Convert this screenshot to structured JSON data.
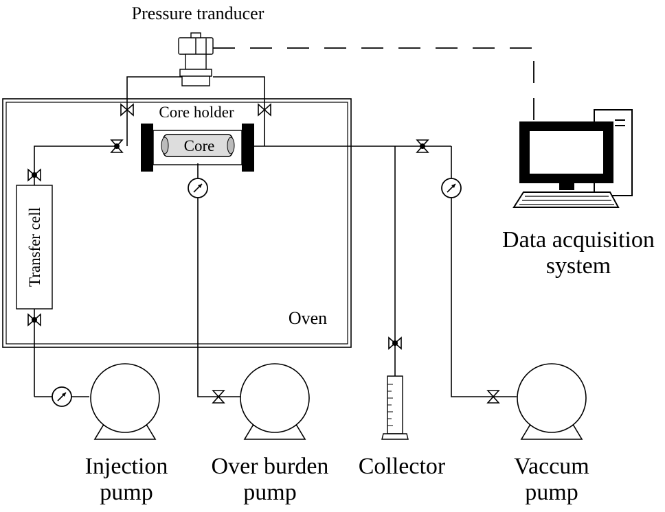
{
  "labels": {
    "pressure_transducer": "Pressure tranducer",
    "core_holder": "Core holder",
    "core": "Core",
    "transfer_cell": "Transfer cell",
    "oven": "Oven",
    "data_acquisition_line1": "Data acquisition",
    "data_acquisition_line2": "system",
    "injection_pump_line1": "Injection",
    "injection_pump_line2": "pump",
    "over_burden_pump_line1": "Over burden",
    "over_burden_pump_line2": "pump",
    "collector": "Collector",
    "vaccum_pump_line1": "Vaccum",
    "vaccum_pump_line2": "pump"
  }
}
